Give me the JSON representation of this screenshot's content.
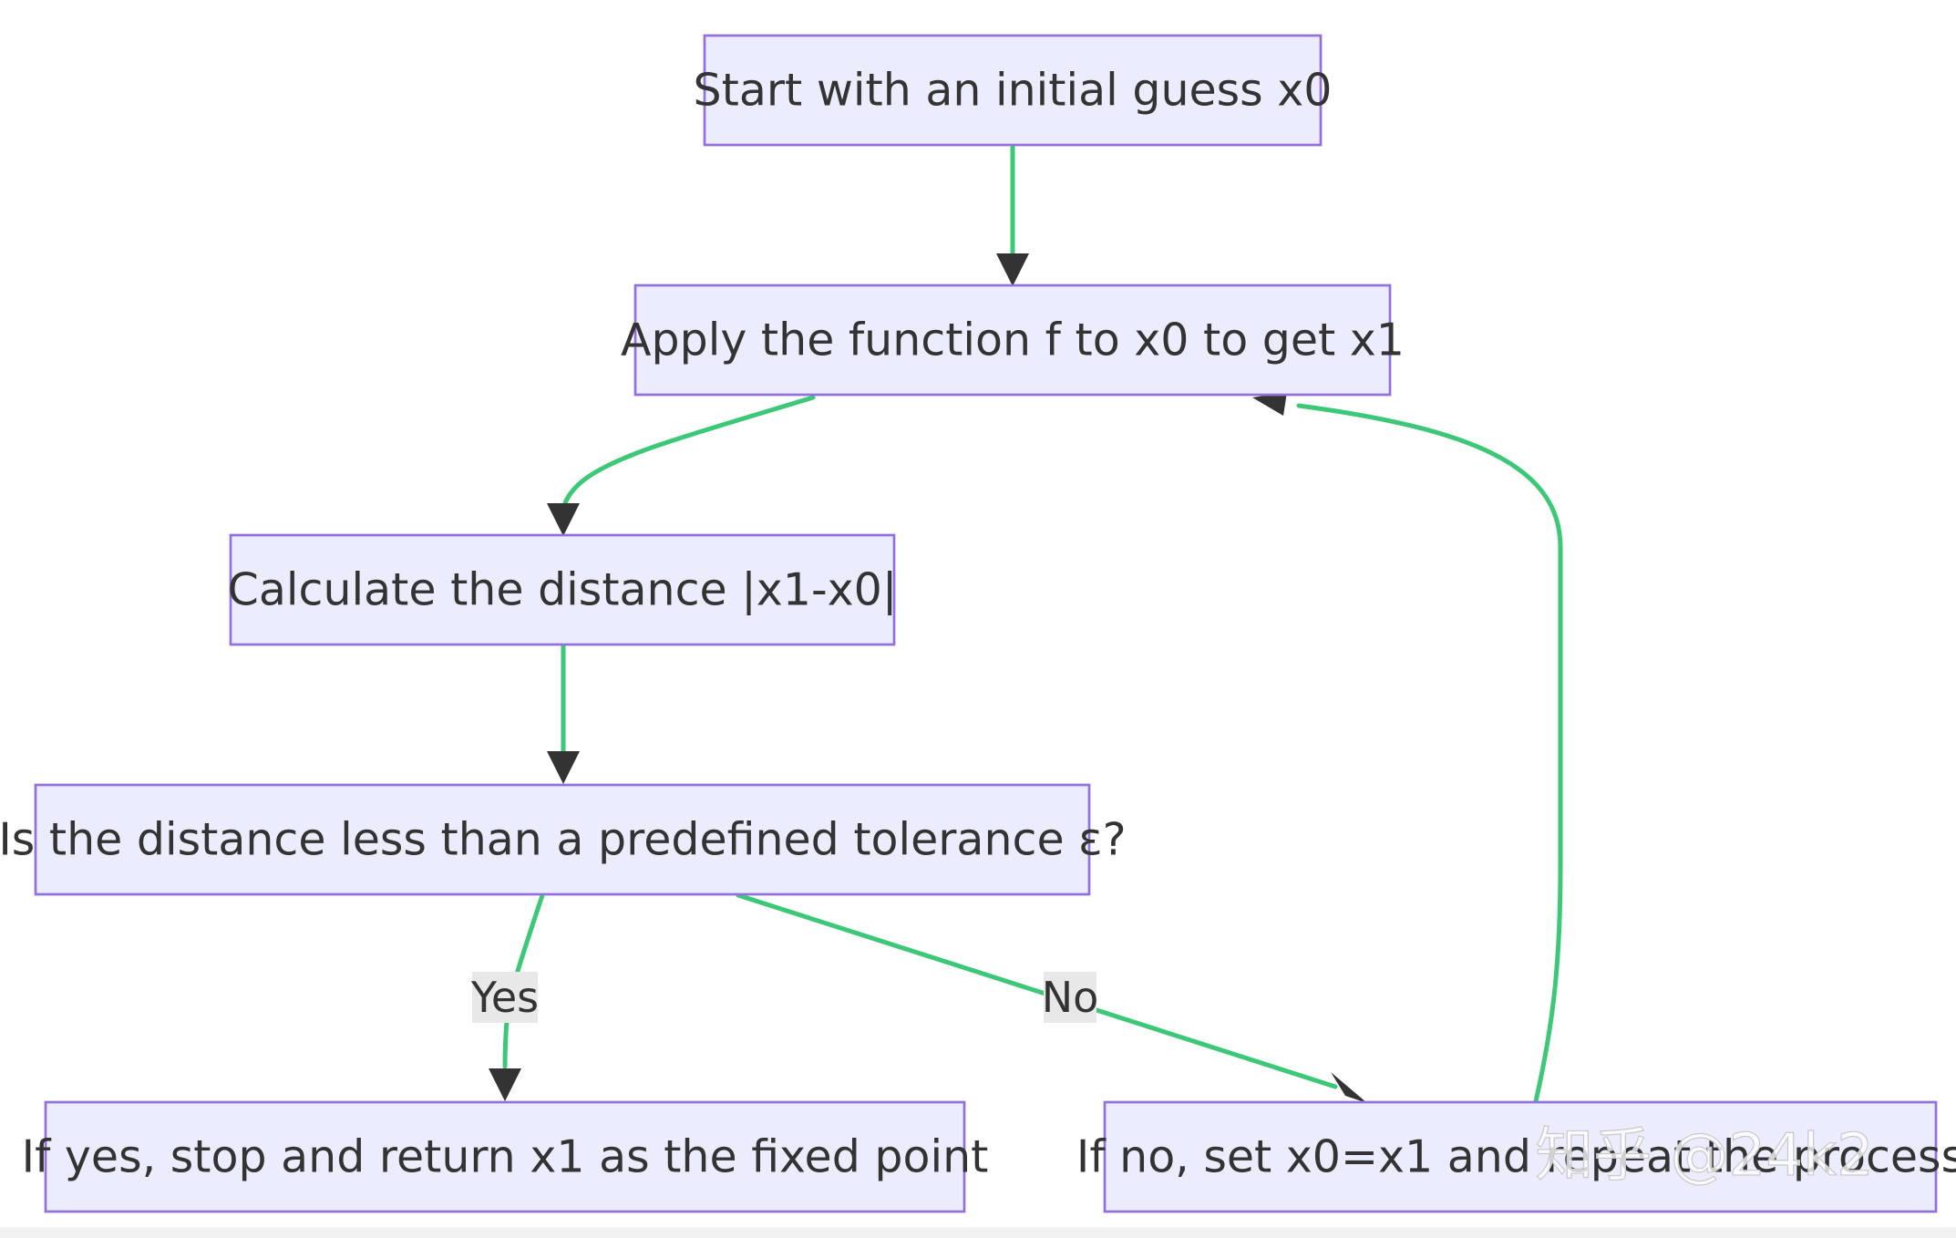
{
  "diagram": {
    "type": "flowchart",
    "nodes": {
      "start": "Start with an initial guess x0",
      "apply": "Apply the function f to x0 to get x1",
      "calc": "Calculate the distance |x1-x0|",
      "check": "Is the distance less than a predefined tolerance ε?",
      "yes_node": "If yes, stop and return x1 as the fixed point",
      "no_node": "If no, set x0=x1 and repeat the process"
    },
    "edges": [
      {
        "from": "start",
        "to": "apply",
        "label": ""
      },
      {
        "from": "apply",
        "to": "calc",
        "label": ""
      },
      {
        "from": "calc",
        "to": "check",
        "label": ""
      },
      {
        "from": "check",
        "to": "yes_node",
        "label": "Yes"
      },
      {
        "from": "check",
        "to": "no_node",
        "label": "No"
      },
      {
        "from": "no_node",
        "to": "apply",
        "label": ""
      }
    ],
    "labels": {
      "yes": "Yes",
      "no": "No"
    },
    "colors": {
      "node_fill": "#ececff",
      "node_border": "#9370db",
      "edge": "#3cc877",
      "arrowhead": "#333333",
      "label_bg": "#e8e8e8"
    }
  },
  "watermark": "知乎 @24k2"
}
